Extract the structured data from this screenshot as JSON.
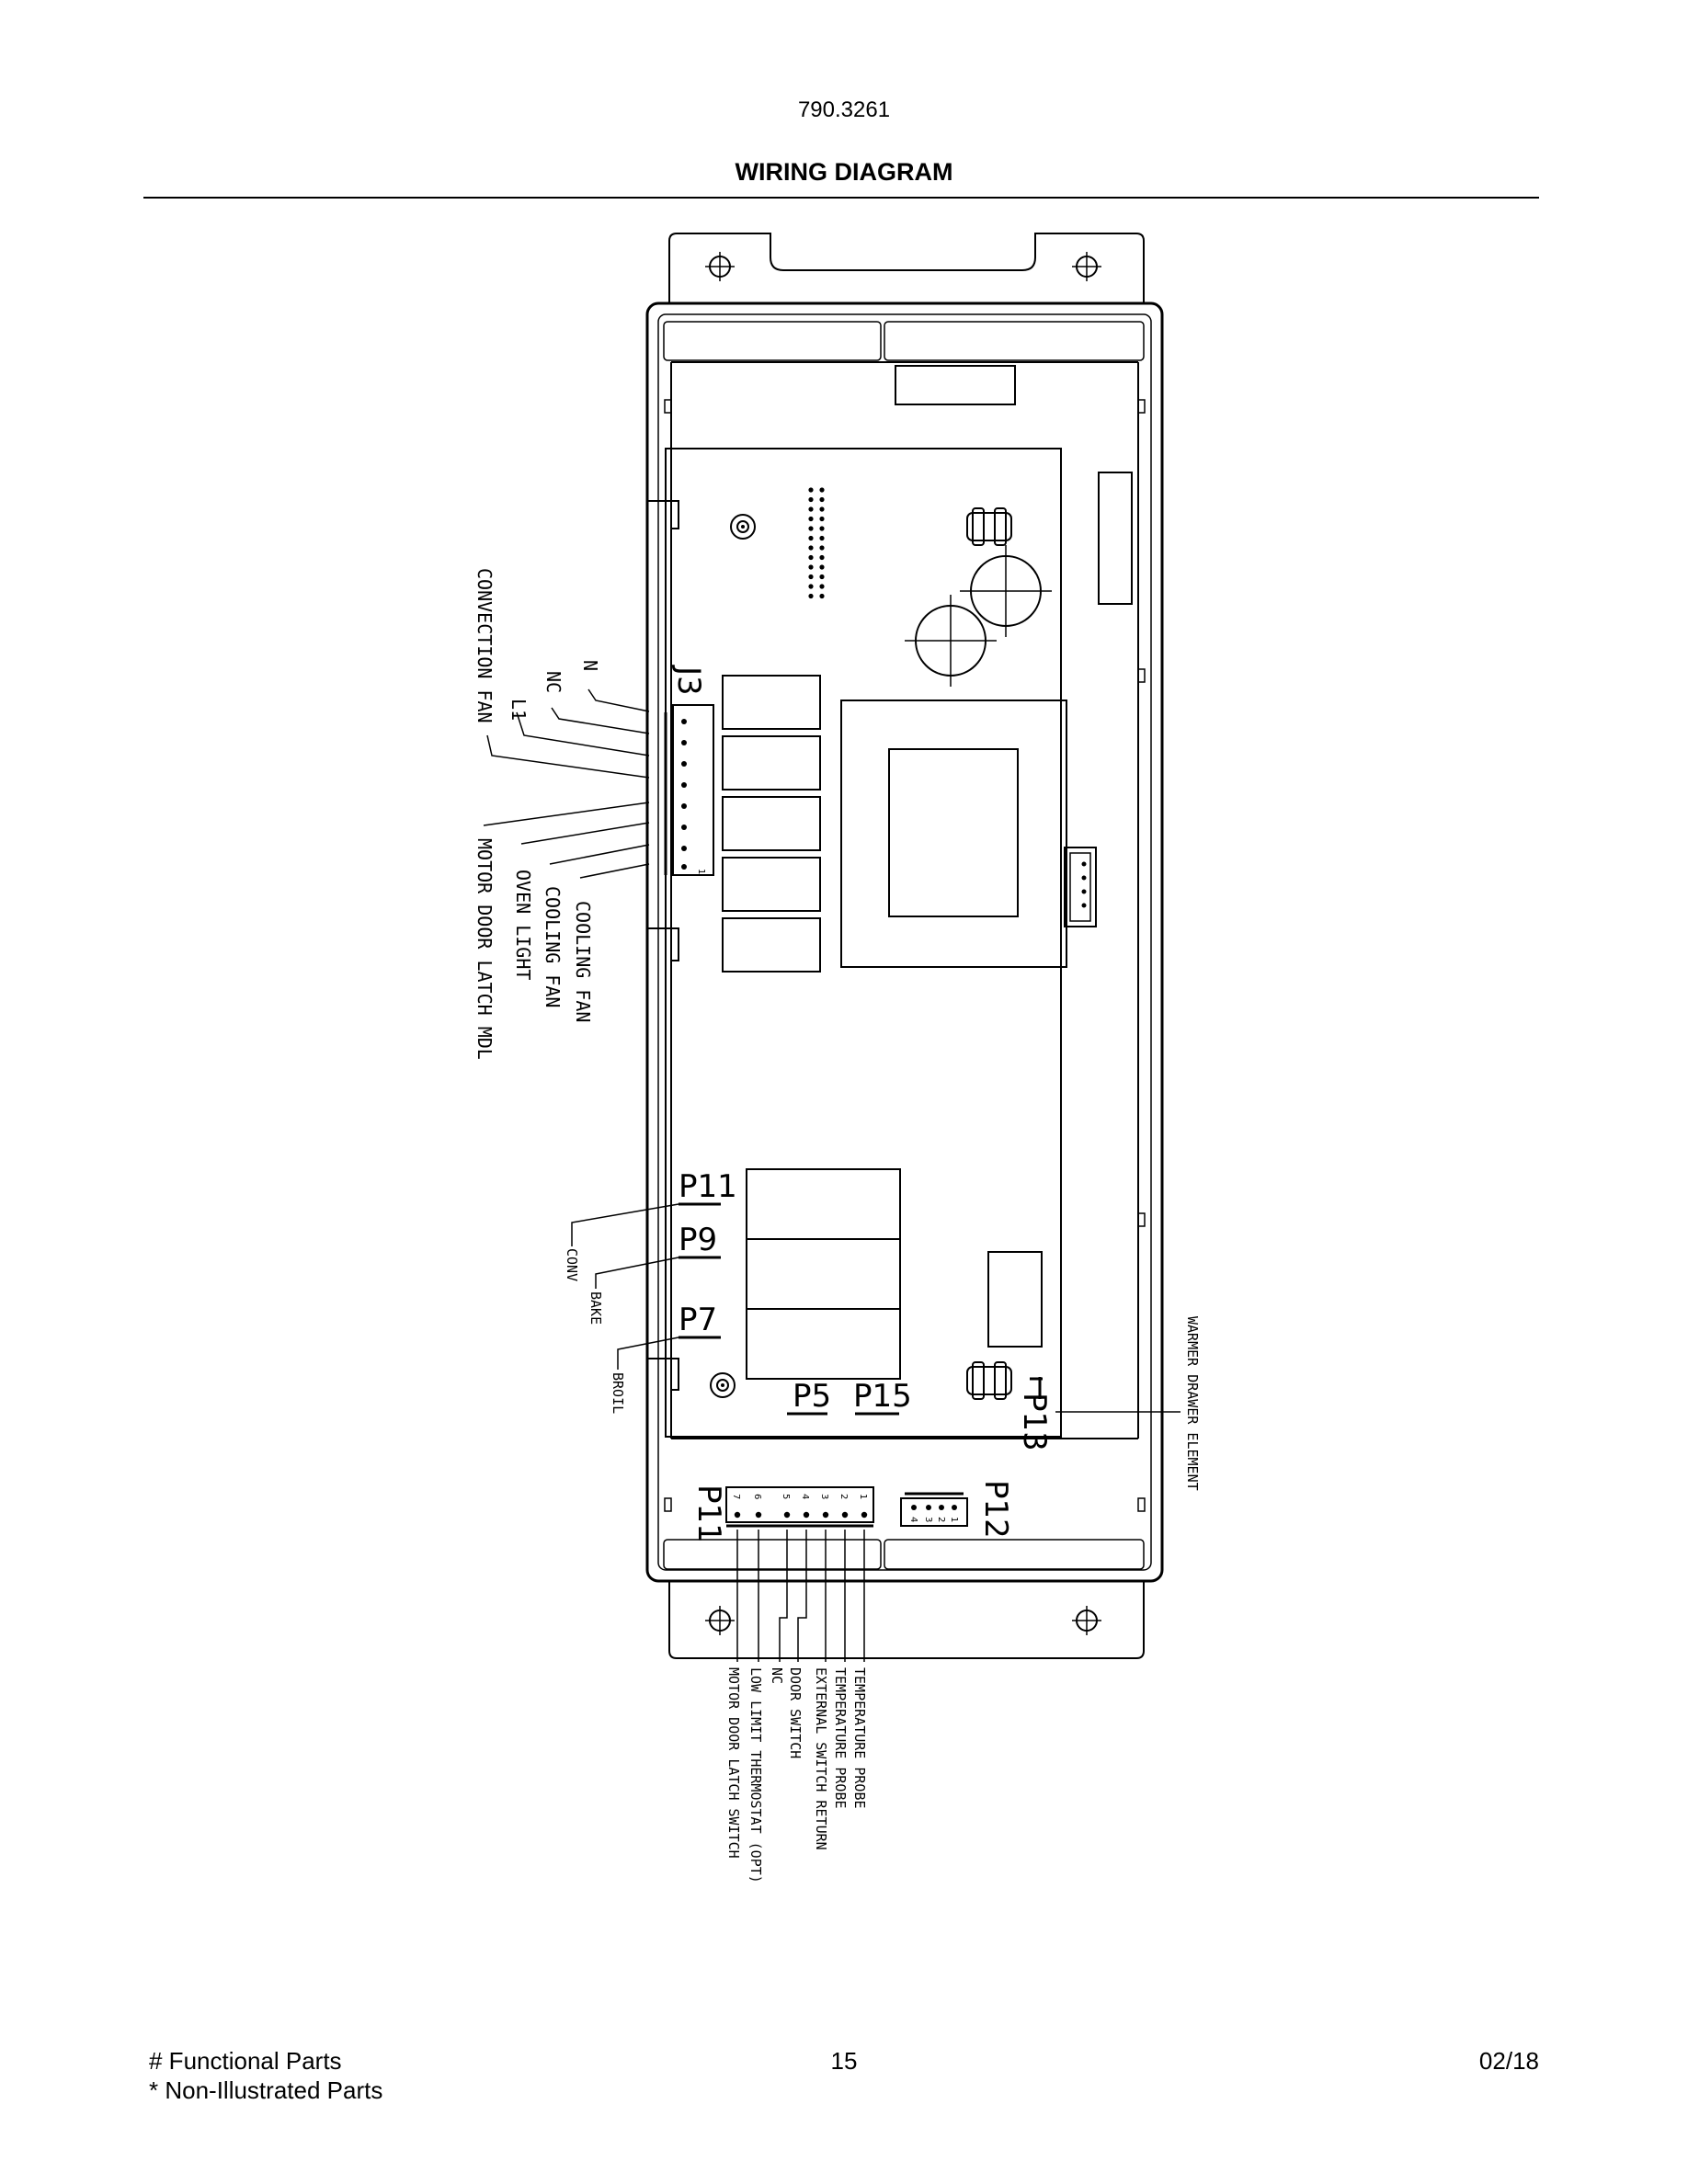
{
  "header": {
    "part_number": "790.3261",
    "title": "WIRING DIAGRAM"
  },
  "connectors": {
    "j3": "J3",
    "p11": "P11",
    "p9": "P9",
    "p7": "P7",
    "p5": "P5",
    "p15": "P15",
    "p13": "P13",
    "p11_bottom": "P11",
    "p12": "P12"
  },
  "j3_labels": {
    "n": "N",
    "nc": "NC",
    "l1": "L1",
    "convection_fan": "CONVECTION FAN",
    "cooling_fan_1": "COOLING FAN",
    "cooling_fan_2": "COOLING FAN",
    "oven_light": "OVEN LIGHT",
    "motor_door_latch": "MOTOR DOOR LATCH MDL"
  },
  "relay_labels": {
    "conv": "CONV",
    "bake": "BAKE",
    "broil": "BROIL"
  },
  "p13_label": "WARMER DRAWER ELEMENT",
  "p11_bottom_labels": [
    "TEMPERATURE PROBE",
    "TEMPERATURE PROBE",
    "EXTERNAL SWITCH RETURN",
    "DOOR SWITCH",
    "NC",
    "LOW LIMIT THERMOSTAT (OPT)",
    "MOTOR DOOR LATCH SWITCH"
  ],
  "p11_pins": [
    "1",
    "2",
    "3",
    "4",
    "5",
    "6",
    "7"
  ],
  "p12_pins": [
    "1",
    "2",
    "3",
    "4"
  ],
  "j3_pin_one": "1",
  "footer": {
    "legend_1": "# Functional Parts",
    "legend_2": "* Non-Illustrated Parts",
    "page_number": "15",
    "date": "02/18"
  }
}
